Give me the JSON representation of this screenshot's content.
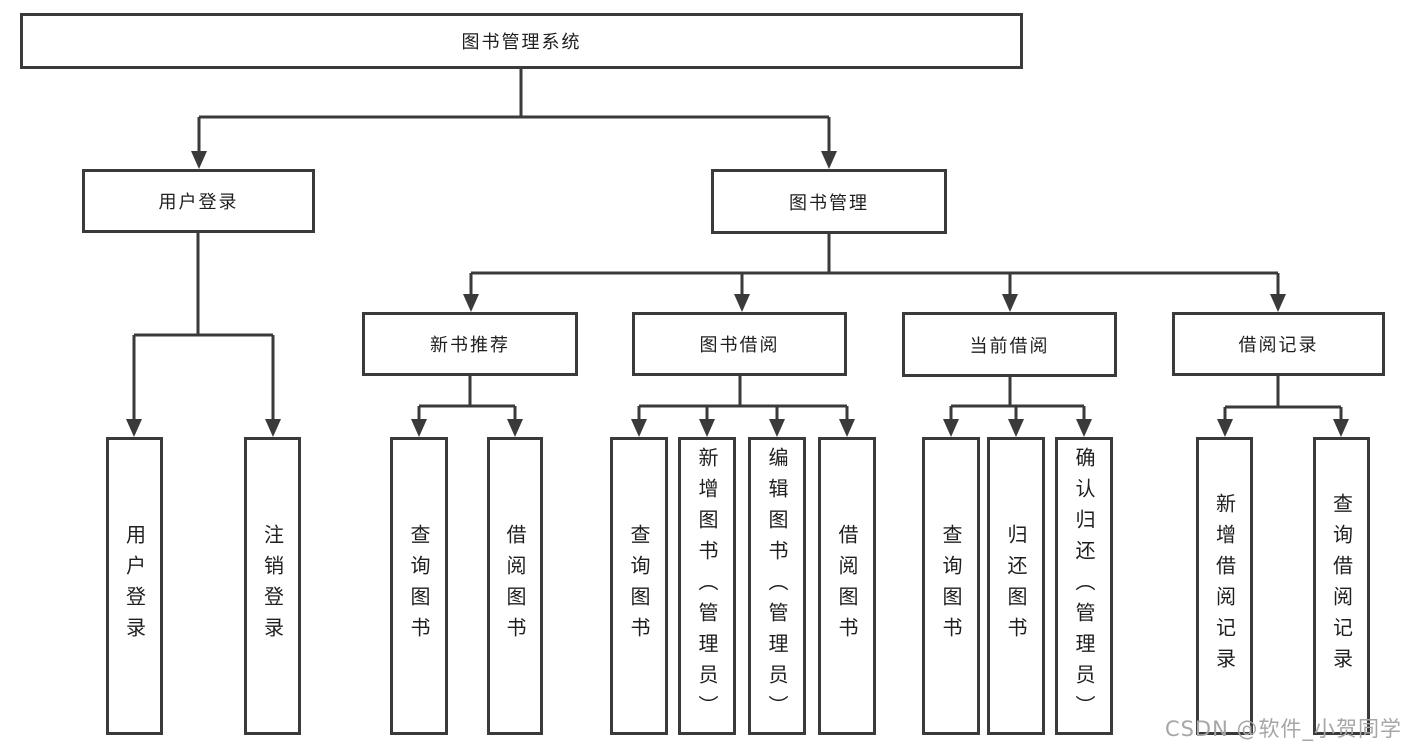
{
  "colors": {
    "line": "#3a3a3a",
    "text": "#1f1f1f",
    "background": "#ffffff",
    "watermark": "#a6a6a6"
  },
  "diagram": {
    "title": "图书管理系统",
    "level1": {
      "user_login": "用户登录",
      "book_mgmt": "图书管理"
    },
    "level2": {
      "new_books": "新书推荐",
      "book_borrow": "图书借阅",
      "current_borrow": "当前借阅",
      "borrow_records": "借阅记录"
    },
    "leaves": {
      "user_login_leaf": "用户登录",
      "logout": "注销登录",
      "nb_query": "查询图书",
      "nb_borrow": "借阅图书",
      "bb_query": "查询图书",
      "bb_add": "新增图书（管理员）",
      "bb_edit": "编辑图书（管理员）",
      "bb_borrow": "借阅图书",
      "cb_query": "查询图书",
      "cb_return": "归还图书",
      "cb_confirm": "确认归还（管理员）",
      "br_add": "新增借阅记录",
      "br_query": "查询借阅记录"
    }
  },
  "watermark": {
    "text": "CSDN @软件_小贺同学"
  }
}
